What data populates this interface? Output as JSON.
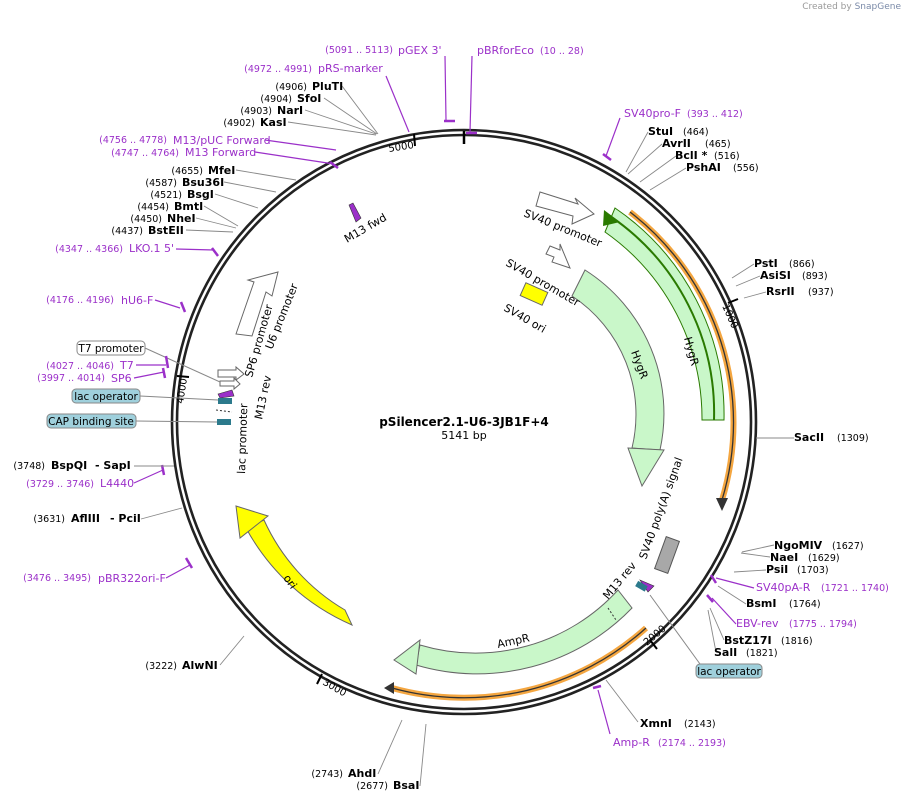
{
  "credit": {
    "prefix": "Created by",
    "brand": "SnapGene"
  },
  "plasmid": {
    "name": "pSilencer2.1-U6-3JB1F+4",
    "length_label": "5141 bp"
  },
  "ticks": [
    {
      "label": "5000"
    },
    {
      "label": "1000"
    },
    {
      "label": "2000"
    },
    {
      "label": "3000"
    },
    {
      "label": "4000"
    }
  ],
  "primers": [
    {
      "id": "pgex",
      "name": "pGEX 3'",
      "pos": "(5091 .. 5113)"
    },
    {
      "id": "pbrfor",
      "name": "pBRforEco",
      "pos": "(10 .. 28)"
    },
    {
      "id": "prs",
      "name": "pRS-marker",
      "pos": "(4972 .. 4991)"
    },
    {
      "id": "m13puc",
      "name": "M13/pUC Forward",
      "pos": "(4756 .. 4778)"
    },
    {
      "id": "m13fwd",
      "name": "M13 Forward",
      "pos": "(4747 .. 4764)"
    },
    {
      "id": "lko",
      "name": "LKO.1 5'",
      "pos": "(4347 .. 4366)"
    },
    {
      "id": "hu6",
      "name": "hU6-F",
      "pos": "(4176 .. 4196)"
    },
    {
      "id": "t7",
      "name": "T7",
      "pos": "(4027 .. 4046)"
    },
    {
      "id": "sp6",
      "name": "SP6",
      "pos": "(3997 .. 4014)"
    },
    {
      "id": "l4440",
      "name": "L4440",
      "pos": "(3729 .. 3746)"
    },
    {
      "id": "pbr322",
      "name": "pBR322ori-F",
      "pos": "(3476 .. 3495)"
    },
    {
      "id": "sv40prof",
      "name": "SV40pro-F",
      "pos": "(393 .. 412)"
    },
    {
      "id": "sv40par",
      "name": "SV40pA-R",
      "pos": "(1721 .. 1740)"
    },
    {
      "id": "ebv",
      "name": "EBV-rev",
      "pos": "(1775 .. 1794)"
    },
    {
      "id": "ampr",
      "name": "Amp-R",
      "pos": "(2174 .. 2193)"
    }
  ],
  "enzymes": [
    {
      "id": "plu",
      "name": "PluTI",
      "pos": "(4906)"
    },
    {
      "id": "sfo",
      "name": "SfoI",
      "pos": "(4904)"
    },
    {
      "id": "nar",
      "name": "NarI",
      "pos": "(4903)"
    },
    {
      "id": "kas",
      "name": "KasI",
      "pos": "(4902)"
    },
    {
      "id": "mfe",
      "name": "MfeI",
      "pos": "(4655)"
    },
    {
      "id": "bsu36",
      "name": "Bsu36I",
      "pos": "(4587)"
    },
    {
      "id": "bsg",
      "name": "BsgI",
      "pos": "(4521)"
    },
    {
      "id": "bmt",
      "name": "BmtI",
      "pos": "(4454)"
    },
    {
      "id": "nhe",
      "name": "NheI",
      "pos": "(4450)"
    },
    {
      "id": "bste",
      "name": "BstEII",
      "pos": "(4437)"
    },
    {
      "id": "bspqi",
      "name": "BspQI",
      "extra": "- SapI",
      "pos": "(3748)"
    },
    {
      "id": "afl",
      "name": "AflIII",
      "extra": "- PciI",
      "pos": "(3631)"
    },
    {
      "id": "alw",
      "name": "AlwNI",
      "pos": "(3222)"
    },
    {
      "id": "ahd",
      "name": "AhdI",
      "pos": "(2743)"
    },
    {
      "id": "bsa",
      "name": "BsaI",
      "pos": "(2677)"
    },
    {
      "id": "stu",
      "name": "StuI",
      "pos": "(464)"
    },
    {
      "id": "avr",
      "name": "AvrII",
      "pos": "(465)"
    },
    {
      "id": "bcl",
      "name": "BclI *",
      "pos": "(516)"
    },
    {
      "id": "psha",
      "name": "PshAI",
      "pos": "(556)"
    },
    {
      "id": "pst",
      "name": "PstI",
      "pos": "(866)"
    },
    {
      "id": "asis",
      "name": "AsiSI",
      "pos": "(893)"
    },
    {
      "id": "rsr",
      "name": "RsrII",
      "pos": "(937)"
    },
    {
      "id": "sac",
      "name": "SacII",
      "pos": "(1309)"
    },
    {
      "id": "ngo",
      "name": "NgoMIV",
      "pos": "(1627)"
    },
    {
      "id": "nae",
      "name": "NaeI",
      "pos": "(1629)"
    },
    {
      "id": "psi",
      "name": "PsiI",
      "pos": "(1703)"
    },
    {
      "id": "bsm",
      "name": "BsmI",
      "pos": "(1764)"
    },
    {
      "id": "bstz",
      "name": "BstZ17I",
      "pos": "(1816)"
    },
    {
      "id": "sal",
      "name": "SalI",
      "pos": "(1821)"
    },
    {
      "id": "xmn",
      "name": "XmnI",
      "pos": "(2143)"
    }
  ],
  "features": {
    "sv40_promoter_1": "SV40 promoter",
    "sv40_promoter_2": "SV40 promoter",
    "sv40_ori": "SV40 ori",
    "hygr_outer": "HygR",
    "hygr_inner": "HygR",
    "sv40_polya": "SV40 poly(A) signal",
    "m13_rev_right": "M13 rev",
    "ampr": "AmpR",
    "ori": "ori",
    "u6_promoter": "U6 promoter",
    "sp6_promoter": "SP6 promoter",
    "m13_rev_left": "M13 rev",
    "lac_promoter": "lac promoter",
    "m13_fwd": "M13 fwd"
  },
  "boxed": {
    "t7_promoter": "T7 promoter",
    "lac_operator_left": "lac operator",
    "cap_site": "CAP binding site",
    "lac_operator_right": "lac operator"
  },
  "colors": {
    "primer": "#9b30c9",
    "hygr": "#c9f7c9",
    "hygr_cds_stroke": "#2a7a00",
    "ori": "#ffff00",
    "ampr_orange": "#f4a640",
    "sv40_ori": "#ffff00",
    "polya": "#a8a8a8",
    "lac_box": "#9fd0dc"
  }
}
